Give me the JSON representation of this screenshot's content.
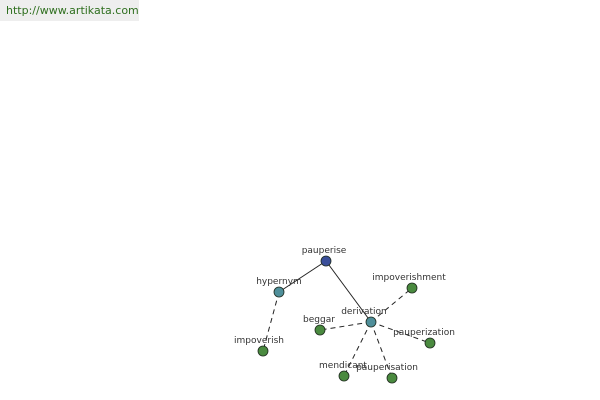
{
  "header": {
    "url": "http://www.artikata.com"
  },
  "colors": {
    "root_node": "#3a4f9a",
    "relation_node": "#4f8f9a",
    "leaf_node": "#4a8a3f",
    "edge": "#222222",
    "url_text": "#2f6f1f"
  },
  "graph": {
    "nodes": [
      {
        "id": "pauperise",
        "label": "pauperise",
        "kind": "root"
      },
      {
        "id": "hypernym",
        "label": "hypernym",
        "kind": "relation"
      },
      {
        "id": "derivation",
        "label": "derivation",
        "kind": "relation"
      },
      {
        "id": "impoverish",
        "label": "impoverish",
        "kind": "leaf"
      },
      {
        "id": "impoverishment",
        "label": "impoverishment",
        "kind": "leaf"
      },
      {
        "id": "beggar",
        "label": "beggar",
        "kind": "leaf"
      },
      {
        "id": "pauperization",
        "label": "pauperization",
        "kind": "leaf"
      },
      {
        "id": "mendicant",
        "label": "mendicant",
        "kind": "leaf"
      },
      {
        "id": "pauperisation",
        "label": "pauperisation",
        "kind": "leaf"
      }
    ],
    "edges": [
      {
        "from": "pauperise",
        "to": "hypernym",
        "style": "solid"
      },
      {
        "from": "pauperise",
        "to": "derivation",
        "style": "solid"
      },
      {
        "from": "hypernym",
        "to": "impoverish",
        "style": "dashed"
      },
      {
        "from": "derivation",
        "to": "impoverishment",
        "style": "dashed"
      },
      {
        "from": "derivation",
        "to": "beggar",
        "style": "dashed"
      },
      {
        "from": "derivation",
        "to": "pauperization",
        "style": "dashed"
      },
      {
        "from": "derivation",
        "to": "mendicant",
        "style": "dashed"
      },
      {
        "from": "derivation",
        "to": "pauperisation",
        "style": "dashed"
      }
    ]
  }
}
